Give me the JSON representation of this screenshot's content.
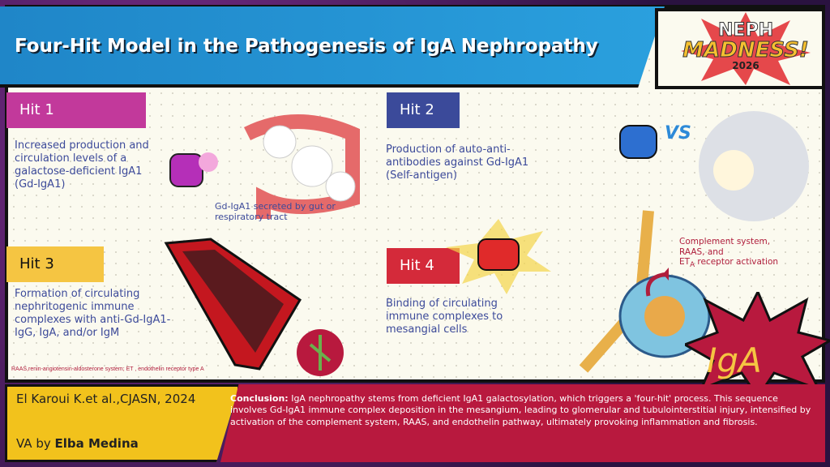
{
  "title": "Four-Hit Model in the Pathogenesis of IgA Nephropathy",
  "logo": {
    "line1": "NEPH",
    "line2": "MADNESS!",
    "line3": "2026"
  },
  "hits": [
    {
      "label": "Hit 1",
      "text": "Increased production and circulation levels of a galactose-deficient IgA1 (Gd-IgA1)",
      "color": "#c2399b"
    },
    {
      "label": "Hit 2",
      "text": "Production of auto-anti-antibodies against Gd-IgA1 (Self-antigen)",
      "color": "#3b4a9a"
    },
    {
      "label": "Hit 3",
      "text": "Formation of circulating nephritogenic immune complexes with anti-Gd-IgA1-IgG, IgA, and/or IgM",
      "color": "#f5c542"
    },
    {
      "label": "Hit 4",
      "text": "Binding of circulating immune complexes to mesangial cells",
      "color": "#d42a3a"
    }
  ],
  "gut_note": "Gd-IgA1 secreted by gut or respiratory tract",
  "vs_label": "VS",
  "complement_note": {
    "line1": "Complement system,",
    "line2": "RAAS, and",
    "line3a": "ET",
    "line3sub": "A",
    "line3b": " receptor activation"
  },
  "footnote": "RAAS,renin-angiotensin-aldosterone system; ET , endothelin receptor type A",
  "iga_badge": "IgA",
  "citation": "El Karoui K.et al.,CJASN, 2024",
  "va": {
    "prefix": "VA by ",
    "name": "Elba Medina"
  },
  "conclusion": {
    "label": "Conclusion:",
    "text": " IgA nephropathy stems from deficient IgA1 galactosylation, which triggers a 'four-hit' process. This sequence involves Gd-IgA1 immune complex deposition in the mesangium, leading to glomerular and tubulointerstitial injury, intensified by activation of the complement system, RAAS, and endothelin pathway, ultimately provoking inflammation and fibrosis."
  }
}
